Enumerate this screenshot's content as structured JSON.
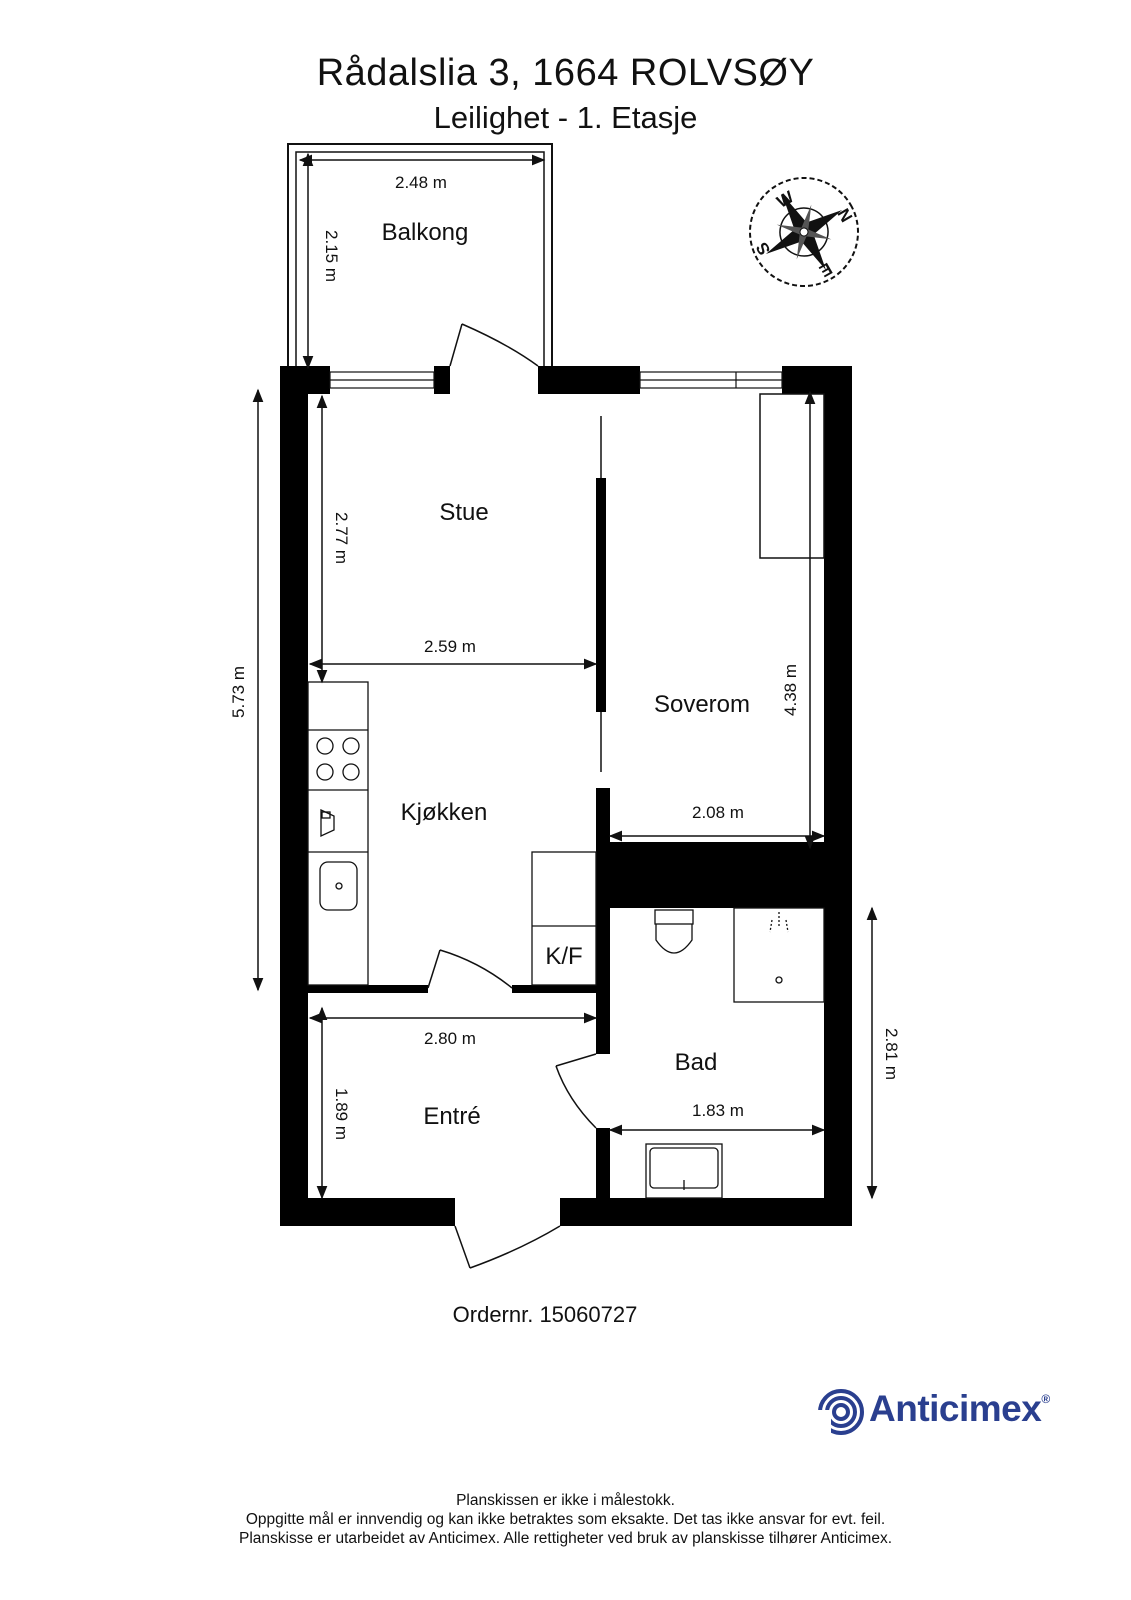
{
  "header": {
    "address": "Rådalslia 3, 1664 ROLVSØY",
    "subtitle": "Leilighet  - 1. Etasje"
  },
  "rooms": {
    "balkong": "Balkong",
    "stue": "Stue",
    "soverom": "Soverom",
    "kjokken": "Kjøkken",
    "kf": "K/F",
    "bad": "Bad",
    "entre": "Entré"
  },
  "dimensions": {
    "balkong_width": "2.48 m",
    "balkong_depth": "2.15 m",
    "stue_depth": "2.77 m",
    "stue_width": "2.59 m",
    "total_length": "5.73 m",
    "soverom_depth": "4.38 m",
    "soverom_width": "2.08 m",
    "entre_width": "2.80 m",
    "entre_depth": "1.89 m",
    "bad_width": "1.83 m",
    "bad_depth": "2.81 m"
  },
  "compass": {
    "letters": [
      "W",
      "N",
      "E",
      "S"
    ]
  },
  "order": "Ordernr. 15060727",
  "brand": {
    "name": "Anticimex",
    "reg": "®",
    "color": "#2a3f8f"
  },
  "footer": {
    "line1": "Planskissen er ikke i målestokk.",
    "line2": "Oppgitte mål er innvendig og kan ikke betraktes som eksakte. Det tas ikke ansvar for evt. feil.",
    "line3": "Planskisse er utarbeidet av Anticimex. Alle rettigheter ved bruk av planskisse tilhører Anticimex."
  }
}
